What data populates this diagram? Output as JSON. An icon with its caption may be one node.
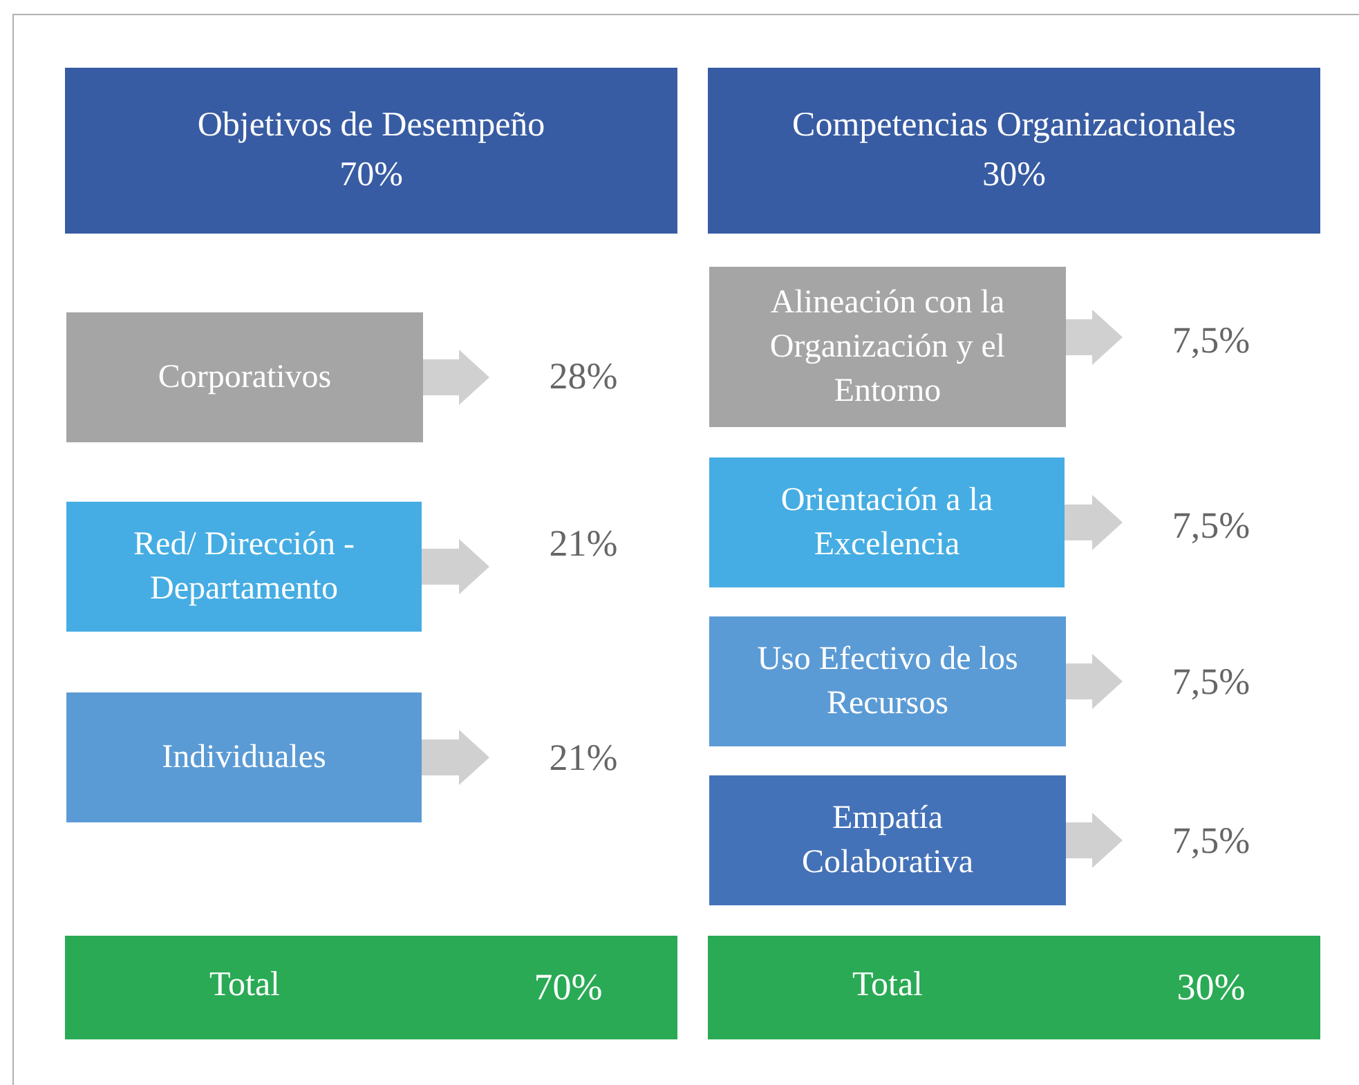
{
  "diagram": {
    "nodes": [
      {
        "text": [
          "Objetivos de Desempeño",
          "70%"
        ]
      },
      {
        "text": [
          "Competencias Organizacionales",
          "30%"
        ]
      },
      {
        "text": [
          "Corporativos"
        ]
      },
      {
        "text": [
          "28%"
        ]
      },
      {
        "text": [
          "Red/ Dirección - Departamento"
        ]
      },
      {
        "text": [
          "21%"
        ]
      },
      {
        "text": [
          "Individuales"
        ]
      },
      {
        "text": [
          "21%"
        ]
      },
      {
        "text": [
          "Alineación con la Organización y el Entorno"
        ]
      },
      {
        "text": [
          "7,5%"
        ]
      },
      {
        "text": [
          "Orientación a la Excelencia"
        ]
      },
      {
        "text": [
          "7,5%"
        ]
      },
      {
        "text": [
          "Uso Efectivo de los Recursos"
        ]
      },
      {
        "text": [
          "7,5%"
        ]
      },
      {
        "text": [
          "Empatía Colaborativa"
        ]
      },
      {
        "text": [
          "7,5%"
        ]
      },
      {
        "text": [
          "Total",
          "70%"
        ]
      },
      {
        "text": [
          "Total",
          "30%"
        ]
      }
    ],
    "edges": [
      {
        "from": 2,
        "to": 3,
        "arrow": "to"
      },
      {
        "from": 4,
        "to": 5,
        "arrow": "to"
      },
      {
        "from": 6,
        "to": 7,
        "arrow": "to"
      },
      {
        "from": 8,
        "to": 9,
        "arrow": "to"
      },
      {
        "from": 10,
        "to": 11,
        "arrow": "to"
      },
      {
        "from": 12,
        "to": 13,
        "arrow": "to"
      },
      {
        "from": 14,
        "to": 15,
        "arrow": "to"
      }
    ]
  }
}
